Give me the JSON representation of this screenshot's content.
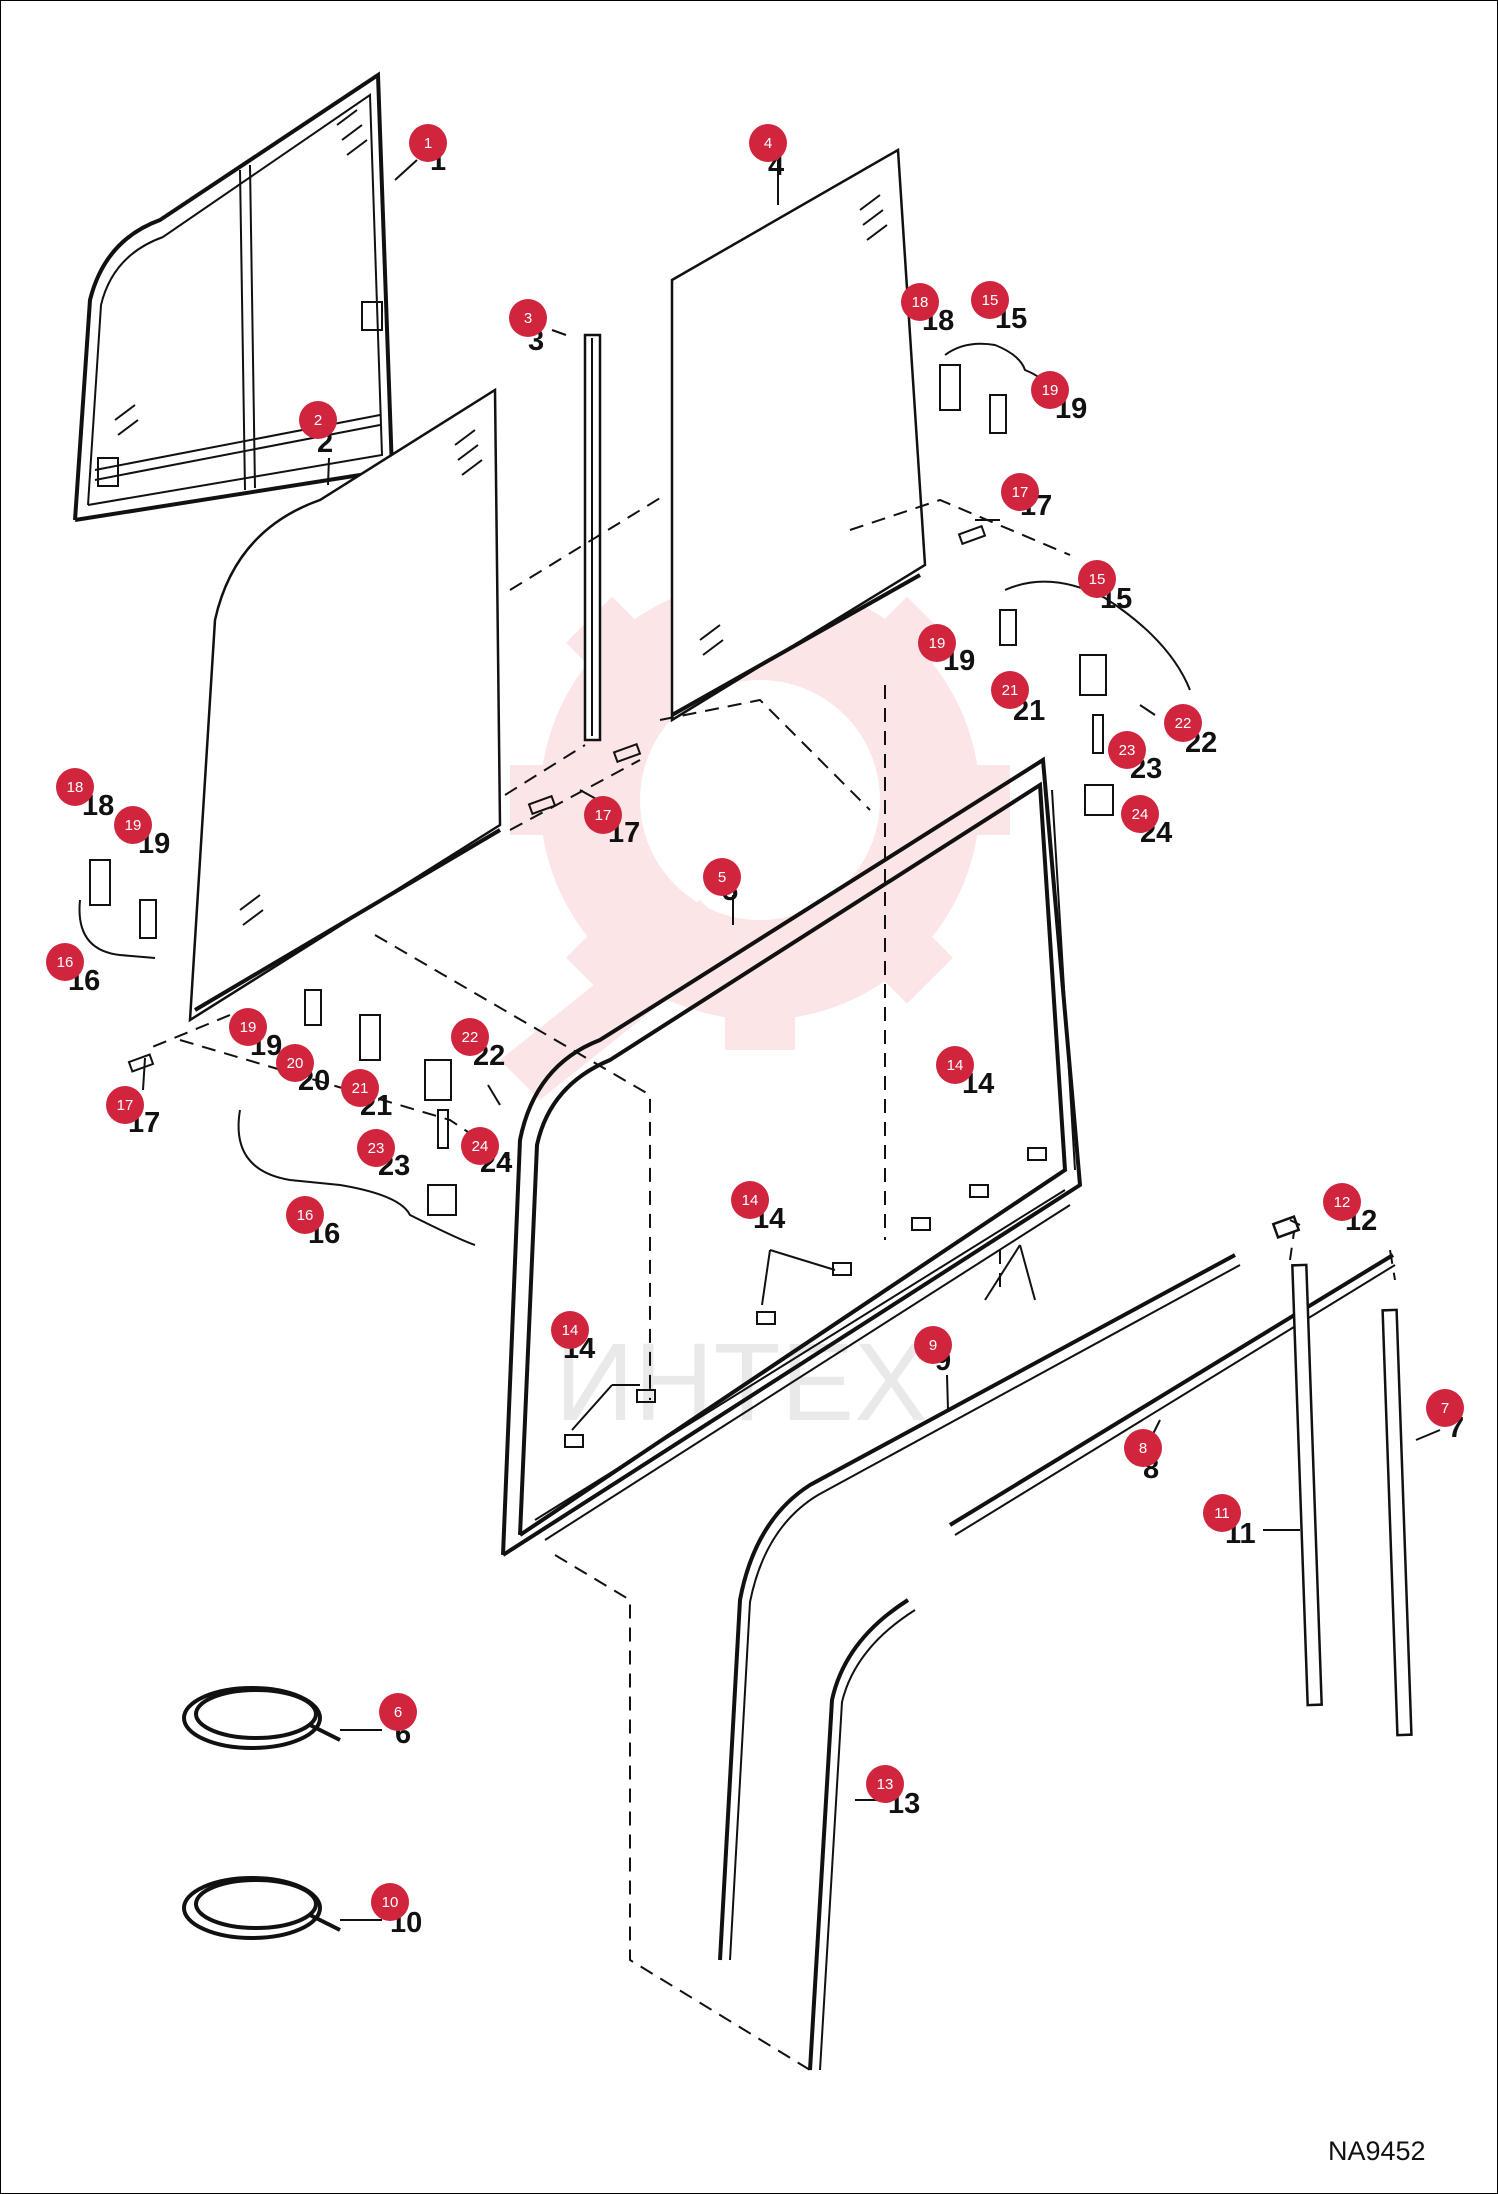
{
  "watermark": {
    "text": "ИНТЕХ",
    "color": "#f4a3a8"
  },
  "diagram_code": "NA9452",
  "badge_color": "#d0253d",
  "callouts": [
    {
      "id": "1",
      "label": "1"
    },
    {
      "id": "2",
      "label": "2"
    },
    {
      "id": "3",
      "label": "3"
    },
    {
      "id": "4",
      "label": "4"
    },
    {
      "id": "5",
      "label": "5"
    },
    {
      "id": "6",
      "label": "6"
    },
    {
      "id": "7",
      "label": "7"
    },
    {
      "id": "8",
      "label": "8"
    },
    {
      "id": "9",
      "label": "9"
    },
    {
      "id": "10",
      "label": "10"
    },
    {
      "id": "11",
      "label": "11"
    },
    {
      "id": "12",
      "label": "12"
    },
    {
      "id": "13",
      "label": "13"
    },
    {
      "id": "14",
      "label": "14"
    },
    {
      "id": "15",
      "label": "15"
    },
    {
      "id": "16",
      "label": "16"
    },
    {
      "id": "17",
      "label": "17"
    },
    {
      "id": "18",
      "label": "18"
    },
    {
      "id": "19",
      "label": "19"
    },
    {
      "id": "20",
      "label": "20"
    },
    {
      "id": "21",
      "label": "21"
    },
    {
      "id": "22",
      "label": "22"
    },
    {
      "id": "23",
      "label": "23"
    },
    {
      "id": "24",
      "label": "24"
    }
  ]
}
